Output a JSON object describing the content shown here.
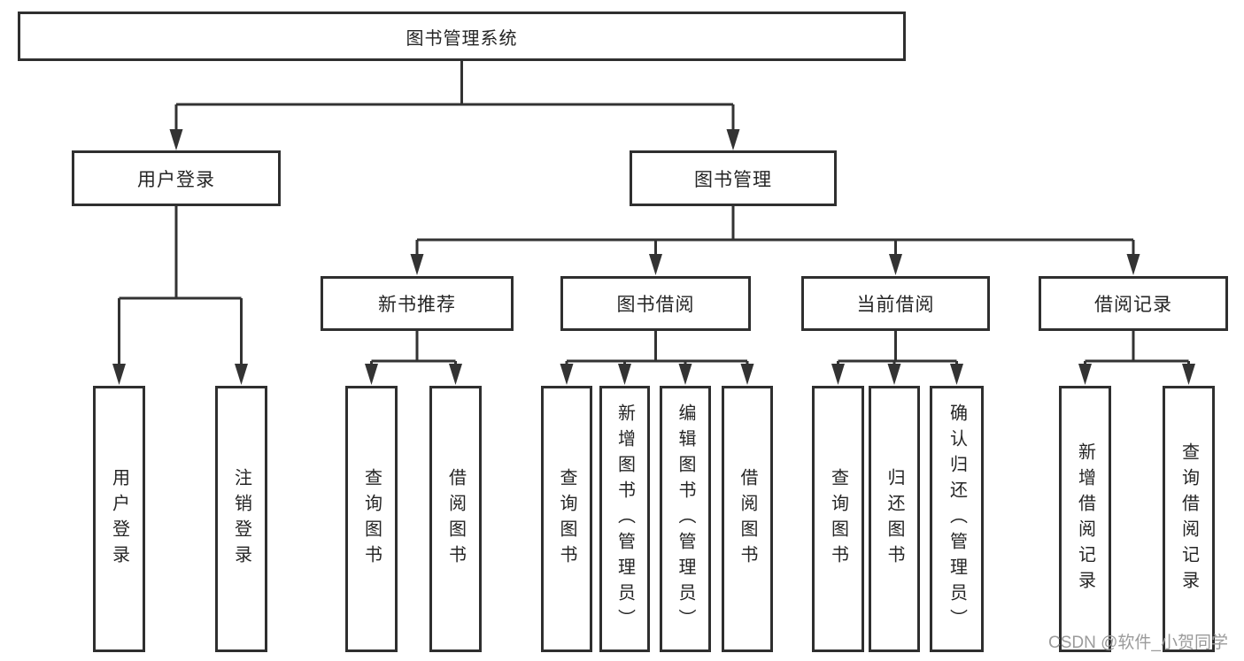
{
  "diagram": {
    "type": "tree",
    "root": {
      "label": "图书管理系统"
    },
    "level2": [
      {
        "label": "用户登录",
        "children": [
          "用户登录",
          "注销登录"
        ]
      },
      {
        "label": "图书管理",
        "children": [
          {
            "label": "新书推荐",
            "children": [
              "查询图书",
              "借阅图书"
            ]
          },
          {
            "label": "图书借阅",
            "children": [
              "查询图书",
              "新增图书（管理员）",
              "编辑图书（管理员）",
              "借阅图书"
            ]
          },
          {
            "label": "当前借阅",
            "children": [
              "查询图书",
              "归还图书",
              "确认归还（管理员）"
            ]
          },
          {
            "label": "借阅记录",
            "children": [
              "新增借阅记录",
              "查询借阅记录"
            ]
          }
        ]
      }
    ]
  },
  "watermark": "CSDN @软件_小贺同学",
  "colors": {
    "line": "#333333",
    "box_border": "#2f2f2f",
    "box_fill": "#ffffff",
    "text": "#252525",
    "watermark": "#9b9b9b",
    "background": "#ffffff"
  }
}
